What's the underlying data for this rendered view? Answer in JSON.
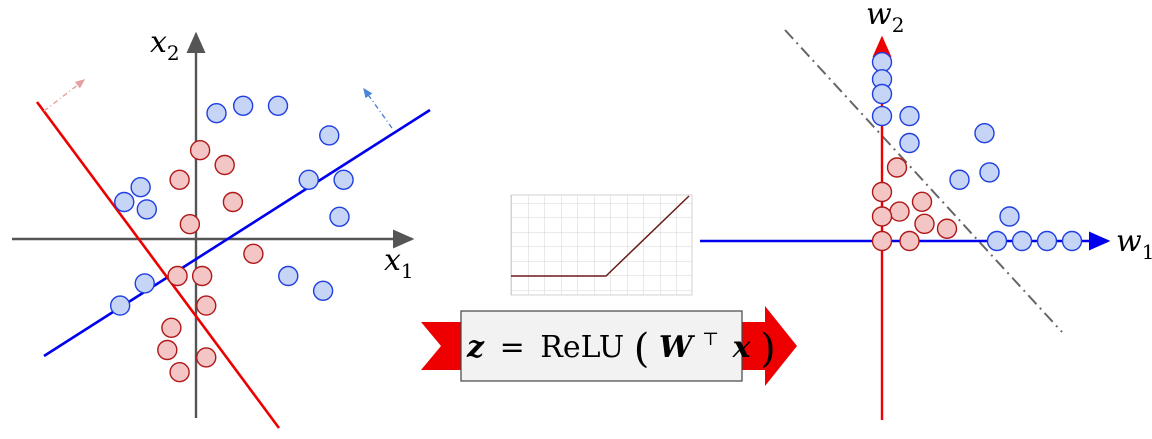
{
  "left_panel": {
    "x_axis_label": "x",
    "x_axis_subscript": "1",
    "y_axis_label": "x",
    "y_axis_subscript": "2",
    "points_blue": [
      [
        1,
        1.7
      ],
      [
        2.3,
        1.8
      ],
      [
        4,
        1.8
      ],
      [
        6.5,
        1.4
      ],
      [
        -2.7,
        0.7
      ],
      [
        5.5,
        0.8
      ],
      [
        7.2,
        0.8
      ],
      [
        -3.5,
        0.5
      ],
      [
        -2.4,
        0.4
      ],
      [
        7,
        0.3
      ],
      [
        -2.5,
        -0.6
      ],
      [
        4.5,
        -0.5
      ],
      [
        6.2,
        -0.7
      ],
      [
        -3.7,
        -0.9
      ]
    ],
    "points_red": [
      [
        0.2,
        1.2
      ],
      [
        1.4,
        1.0
      ],
      [
        -0.8,
        0.8
      ],
      [
        1.8,
        0.5
      ],
      [
        -0.3,
        0.2
      ],
      [
        2.8,
        -0.2
      ],
      [
        0.3,
        -0.5
      ],
      [
        -0.9,
        -0.5
      ],
      [
        0.5,
        -0.9
      ],
      [
        -1.2,
        -1.2
      ],
      [
        -1.4,
        -1.5
      ],
      [
        0.5,
        -1.6
      ],
      [
        -0.8,
        -1.8
      ]
    ],
    "line_blue_color": "#0000ee",
    "line_red_color": "#ee0000"
  },
  "activation": {
    "name": "ReLU"
  },
  "equation": {
    "lhs": "z",
    "eq": "=",
    "func": "ReLU",
    "W": "W",
    "transpose": "⊤",
    "x": "x"
  },
  "right_panel": {
    "x_axis_label": "w",
    "x_axis_subscript": "1",
    "y_axis_label": "w",
    "y_axis_subscript": "2",
    "points_blue": [
      [
        0,
        7.3
      ],
      [
        0,
        6.6
      ],
      [
        0,
        6.0
      ],
      [
        0,
        5.1
      ],
      [
        1.1,
        5.1
      ],
      [
        1.1,
        4.0
      ],
      [
        4.1,
        4.4
      ],
      [
        4.3,
        2.8
      ],
      [
        3.1,
        2.5
      ],
      [
        5.1,
        1.0
      ],
      [
        4.6,
        0
      ],
      [
        5.6,
        0
      ],
      [
        6.6,
        0
      ],
      [
        7.6,
        0
      ]
    ],
    "points_red": [
      [
        0.6,
        3.0
      ],
      [
        0,
        2.0
      ],
      [
        1.6,
        1.6
      ],
      [
        0.7,
        1.2
      ],
      [
        0,
        1.0
      ],
      [
        1.7,
        0.7
      ],
      [
        2.6,
        0.5
      ],
      [
        0,
        0
      ],
      [
        1.1,
        0
      ]
    ],
    "dash_line_color": "#666666",
    "w1_axis_color": "#0000ee",
    "w2_axis_color": "#ee0000"
  }
}
